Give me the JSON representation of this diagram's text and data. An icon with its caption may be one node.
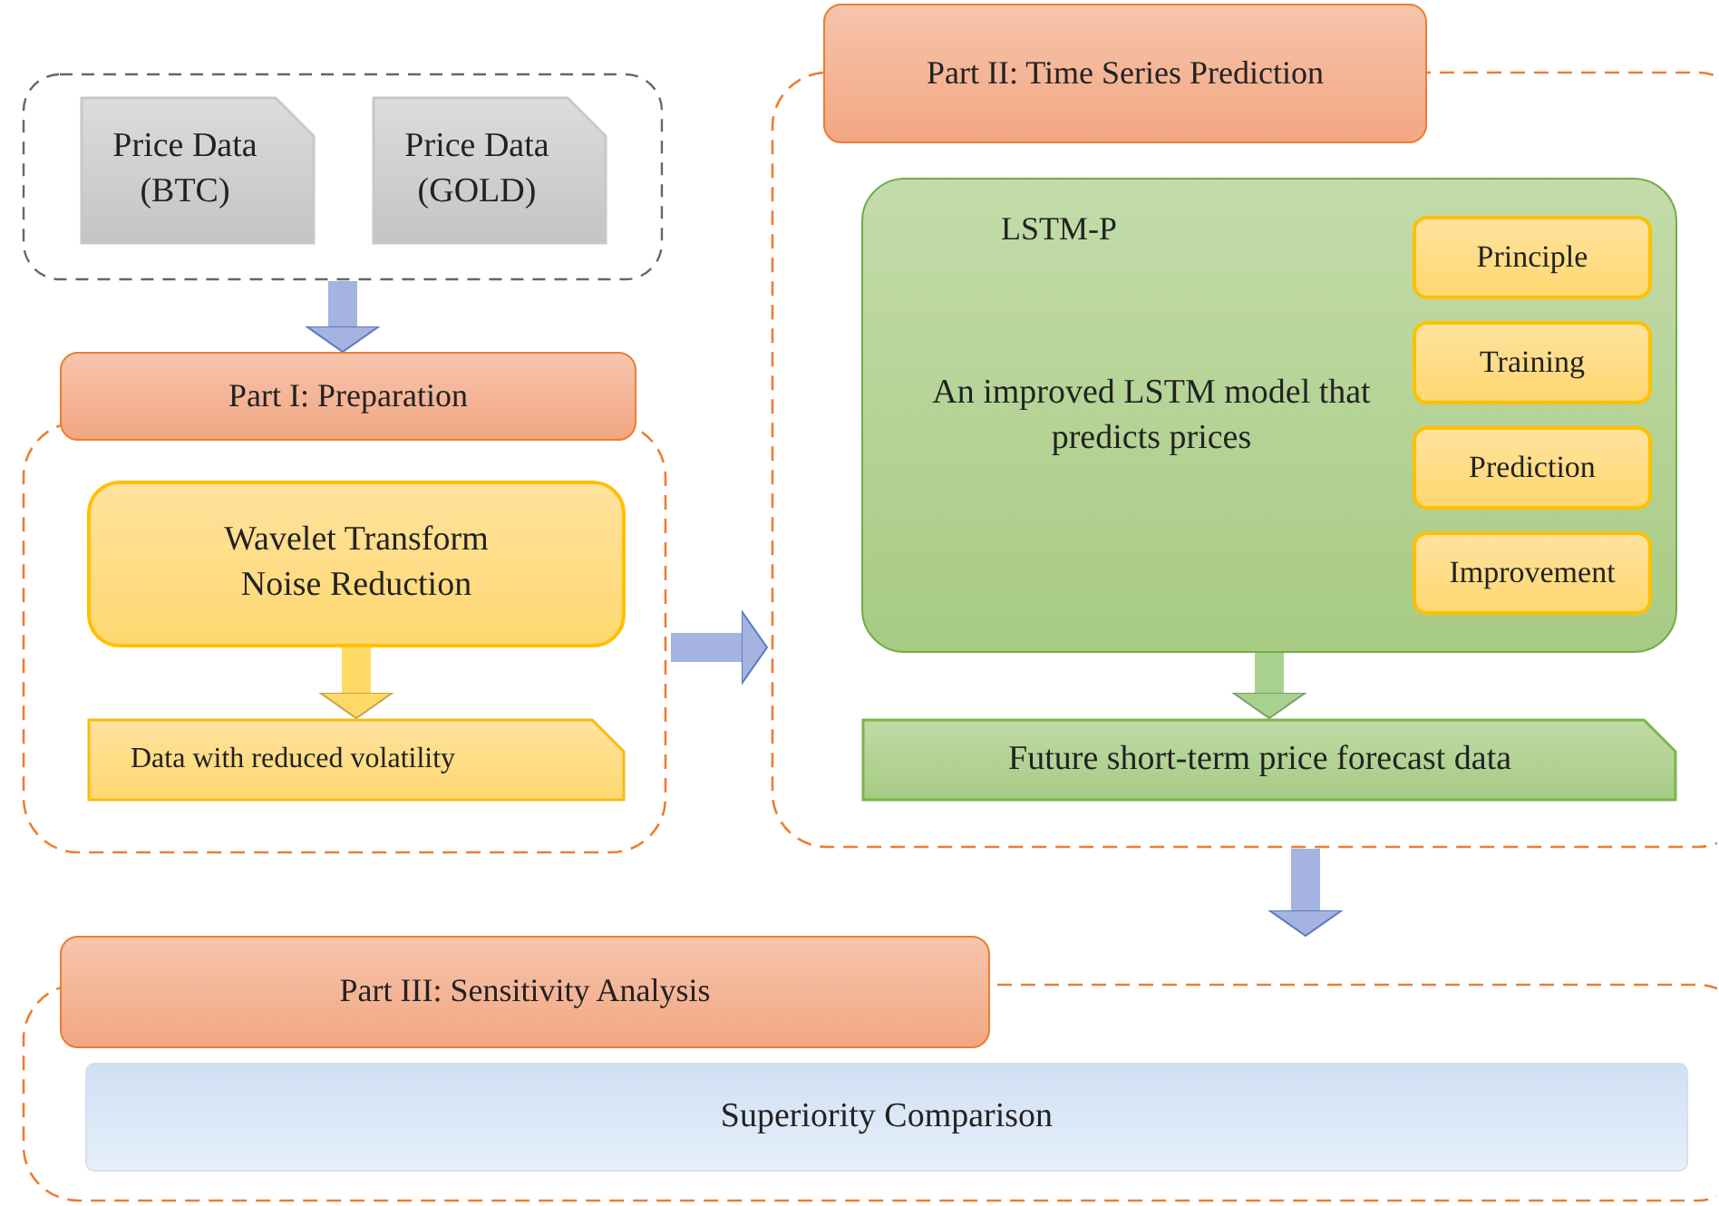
{
  "diagram": {
    "nodes": [
      {
        "text": [],
        "shape": "box"
      },
      {
        "text": [
          "Price Data (BTC)"
        ],
        "in": 0
      },
      {
        "text": [
          "Price Data (GOLD)"
        ],
        "in": 0
      },
      {
        "text": [
          "Part I: Preparation"
        ]
      },
      {
        "text": [
          "Wavelet Transform Noise Reduction"
        ],
        "in": 3
      },
      {
        "text": [
          "Data with reduced volatility"
        ],
        "in": 3
      },
      {
        "text": [
          "Part II: Time Series Prediction"
        ]
      },
      {
        "text": [
          "LSTM-P",
          "An improved LSTM model that predicts prices"
        ],
        "in": 6
      },
      {
        "text": [
          "Principle"
        ],
        "in": 7
      },
      {
        "text": [
          "Training"
        ],
        "in": 7
      },
      {
        "text": [
          "Prediction"
        ],
        "in": 7
      },
      {
        "text": [
          "Improvement"
        ],
        "in": 7
      },
      {
        "text": [
          "Future short-term price forecast data"
        ],
        "in": 6
      },
      {
        "text": [
          "Part III: Sensitivity Analysis"
        ]
      },
      {
        "text": [
          "Superiority Comparison"
        ],
        "in": 13
      }
    ],
    "edges": [
      {
        "from": 0,
        "to": 3,
        "arrow": "to"
      },
      {
        "from": 4,
        "to": 5,
        "arrow": "to",
        "color": "#ffd966"
      },
      {
        "from": 3,
        "to": 6,
        "arrow": "to"
      },
      {
        "from": 7,
        "to": 12,
        "arrow": "to",
        "color": "#a9d18e"
      },
      {
        "from": 6,
        "to": 13,
        "arrow": "to"
      }
    ]
  }
}
